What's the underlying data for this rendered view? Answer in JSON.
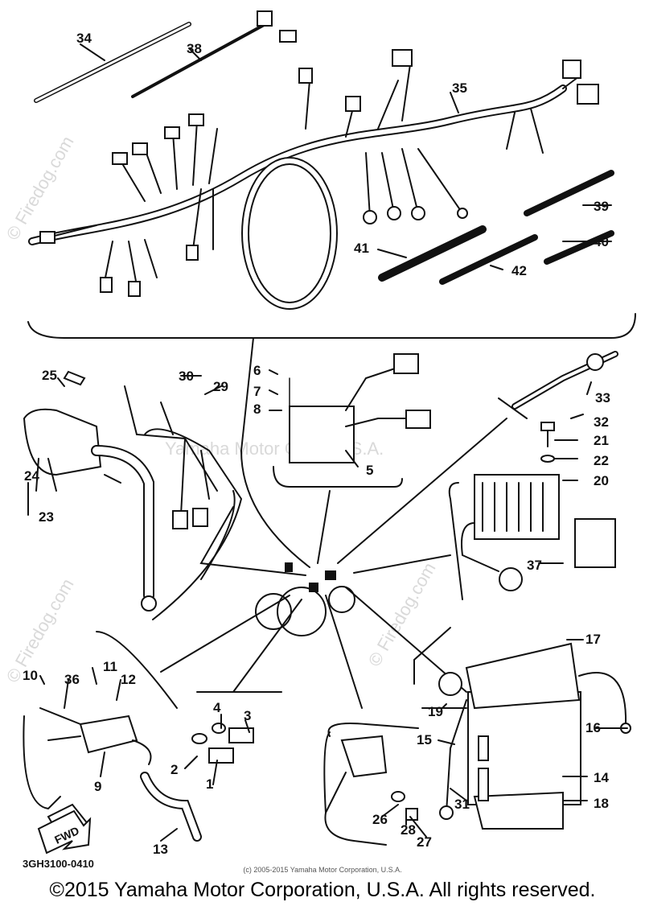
{
  "diagram": {
    "callouts": [
      "34",
      "38",
      "35",
      "39",
      "40",
      "41",
      "42",
      "25",
      "30",
      "29",
      "6",
      "7",
      "8",
      "5",
      "33",
      "32",
      "21",
      "22",
      "20",
      "24",
      "23",
      "37",
      "17",
      "10",
      "36",
      "11",
      "12",
      "4",
      "3",
      "19",
      "16",
      "15",
      "14",
      "9",
      "2",
      "1",
      "31",
      "18",
      "26",
      "28",
      "27",
      "13"
    ],
    "fwd_label": "FWD",
    "part_number": "3GH3100-0410",
    "watermark_site": "© Firedog.com",
    "watermark_corp": "Yamaha Motor Corp, U.S.A."
  },
  "footer": {
    "small_copyright": "(c) 2005-2015 Yamaha Motor Corporation, U.S.A.",
    "copyright": "©2015 Yamaha Motor Corporation, U.S.A. All rights reserved."
  }
}
